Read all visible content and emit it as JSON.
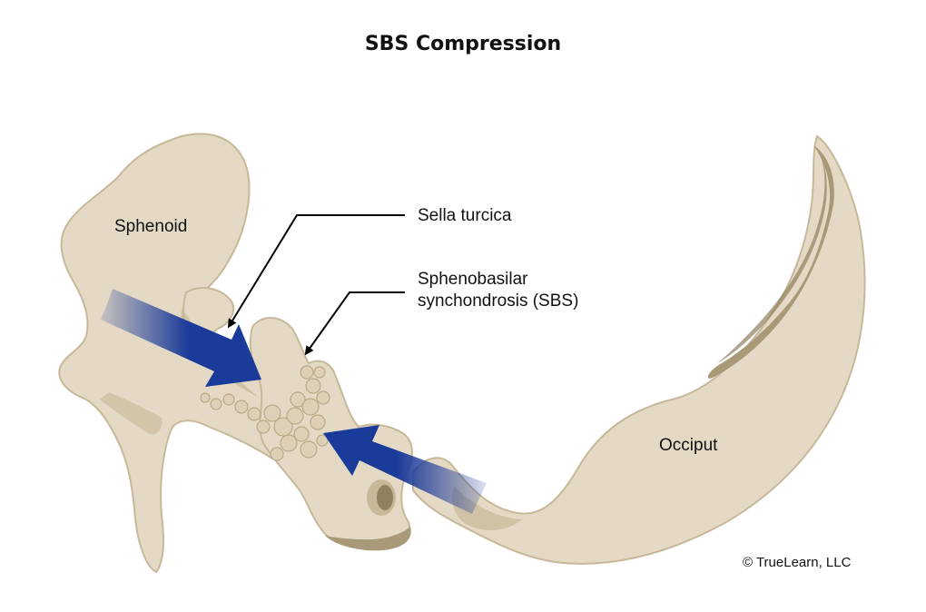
{
  "title": "SBS Compression",
  "labels": {
    "sphenoid": "Sphenoid",
    "sella_turcica": "Sella turcica",
    "sbs_line1": "Sphenobasilar",
    "sbs_line2": "synchondrosis (SBS)",
    "occiput": "Occiput"
  },
  "credit": "© TrueLearn, LLC",
  "colors": {
    "bone": "#e4d9c4",
    "bone_shadow": "#c7b899",
    "bone_dark": "#8f8060",
    "cavity": "#a89a78",
    "arrow": "#1b3b9a",
    "leader": "#000000"
  }
}
